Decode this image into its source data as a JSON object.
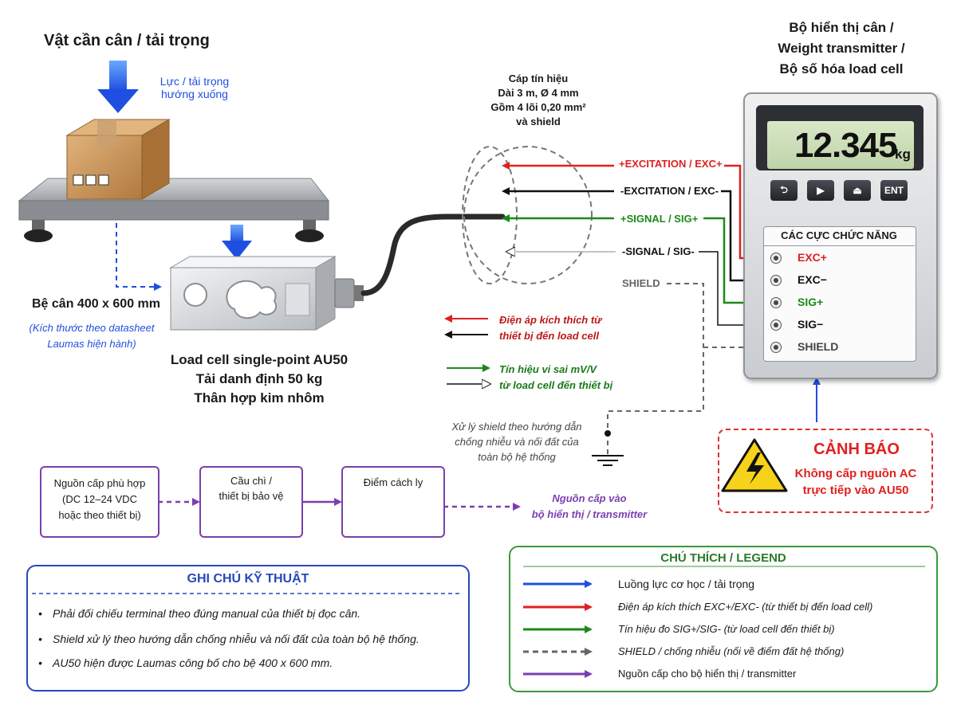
{
  "load_object": {
    "title": "Vật cần cân / tải trọng",
    "force_label_line1": "Lực / tải trọng",
    "force_label_line2": "hướng xuống"
  },
  "platform": {
    "title": "Bệ cân 400 x 600 mm",
    "note_line1": "(Kích thước theo datasheet",
    "note_line2": "Laumas hiện hành)"
  },
  "load_cell": {
    "line1": "Load cell single-point AU50",
    "line2": "Tải danh định 50 kg",
    "line3": "Thân hợp kim nhôm"
  },
  "cable": {
    "line1": "Cáp tín hiệu",
    "line2": "Dài 3 m, Ø 4 mm",
    "line3": "Gồm 4 lõi 0,20 mm²",
    "line4": "và shield"
  },
  "wires": [
    {
      "label": "+EXCITATION / EXC+",
      "color": "#e02020"
    },
    {
      "label": "-EXCITATION / EXC-",
      "color": "#111111"
    },
    {
      "label": "+SIGNAL / SIG+",
      "color": "#1a8a1a"
    },
    {
      "label": "-SIGNAL / SIG-",
      "color": "#111111"
    },
    {
      "label": "SHIELD",
      "color": "#666666"
    }
  ],
  "wire_notes": {
    "exc_line1": "Điện áp kích thích từ",
    "exc_line2": "thiết bị đến load cell",
    "sig_line1": "Tín hiệu vi sai mV/V",
    "sig_line2": "từ load cell đến thiết bị",
    "shield_line1": "Xử lý shield theo hướng dẫn",
    "shield_line2": "chống nhiễu và nối đất của",
    "shield_line3": "toàn bộ hệ thống"
  },
  "transmitter": {
    "title_line1": "Bộ hiển thị cân /",
    "title_line2": "Weight transmitter /",
    "title_line3": "Bộ số hóa load cell",
    "display_value": "12.345",
    "display_unit": "kg",
    "buttons": [
      {
        "label": "⮌",
        "icon": "back-icon"
      },
      {
        "label": "▶",
        "icon": "play-icon"
      },
      {
        "label": "⏏",
        "icon": "home-up-icon"
      },
      {
        "label": "ENT",
        "icon": ""
      }
    ],
    "terminals_title": "CÁC CỰC CHỨC NĂNG",
    "terminals": [
      {
        "label": "EXC+",
        "color": "#e02020"
      },
      {
        "label": "EXC−",
        "color": "#111111"
      },
      {
        "label": "SIG+",
        "color": "#1a8a1a"
      },
      {
        "label": "SIG−",
        "color": "#111111"
      },
      {
        "label": "SHIELD",
        "color": "#444444"
      }
    ]
  },
  "warning": {
    "title": "CẢNH BÁO",
    "line1": "Không cấp nguồn AC",
    "line2": "trực tiếp vào AU50"
  },
  "power_chain": {
    "supply_line1": "Nguồn cấp phù hợp",
    "supply_line2": "(DC 12–24 VDC",
    "supply_line3": "hoặc theo thiết bị)",
    "fuse_line1": "Cầu chì /",
    "fuse_line2": "thiết bị bảo vệ",
    "isolation": "Điểm cách ly",
    "output_line1": "Nguồn cấp vào",
    "output_line2": "bộ hiển thị / transmitter"
  },
  "notes": {
    "title": "GHI CHÚ KỸ THUẬT",
    "items": [
      "Phải đối chiếu terminal theo đúng manual của thiết bị đọc cân.",
      "Shield xử lý theo hướng dẫn chống nhiễu và nối đất của toàn bộ hệ thống.",
      "AU50 hiện được Laumas công bố cho bệ 400 x 600 mm."
    ]
  },
  "legend": {
    "title": "CHÚ THÍCH / LEGEND",
    "items": [
      {
        "label": "Luồng lực cơ học / tải trọng",
        "color": "#1f4fe0"
      },
      {
        "label": "Điện áp kích thích EXC+/EXC- (từ thiết bị đến load cell)",
        "color": "#e02020"
      },
      {
        "label": "Tín hiệu đo SIG+/SIG- (từ load cell đến thiết bị)",
        "color": "#1a8a1a"
      },
      {
        "label": "SHIELD / chống nhiễu (nối về điểm đất hệ thống)",
        "color": "#666666"
      },
      {
        "label": "Nguồn cấp cho bộ hiển thị / transmitter",
        "color": "#7a3fb0"
      }
    ]
  }
}
